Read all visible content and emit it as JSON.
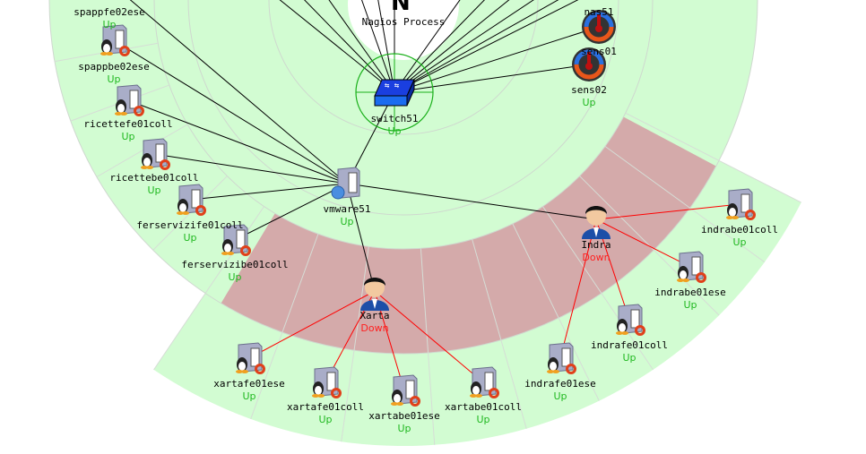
{
  "colors": {
    "ring_up": "#d2fcd2",
    "ring_down": "#d4aaaa",
    "status_up": "#1fb81f",
    "status_down": "#ff2020",
    "link_up": "#000000",
    "link_down": "#ff0000"
  },
  "root": {
    "label": "Nagios Process",
    "icon": "nagios-logo-icon"
  },
  "nodes": [
    {
      "id": "spappfe02ese",
      "label": "spappfe02ese",
      "status": "Up",
      "icon": "linux-server-icon"
    },
    {
      "id": "spappbe02ese",
      "label": "spappbe02ese",
      "status": "Up",
      "icon": "linux-server-icon"
    },
    {
      "id": "ricettefe01coll",
      "label": "ricettefe01coll",
      "status": "Up",
      "icon": "linux-server-icon"
    },
    {
      "id": "ricettebe01coll",
      "label": "ricettebe01coll",
      "status": "Up",
      "icon": "linux-server-icon"
    },
    {
      "id": "ferservizife01coll",
      "label": "ferservizife01coll",
      "status": "Up",
      "icon": "linux-server-icon"
    },
    {
      "id": "ferservizibe01coll",
      "label": "ferservizibe01coll",
      "status": "Up",
      "icon": "linux-server-icon"
    },
    {
      "id": "vmware51",
      "label": "vmware51",
      "status": "Up",
      "icon": "vmware-server-icon"
    },
    {
      "id": "switch51",
      "label": "switch51",
      "status": "Up",
      "icon": "switch-icon"
    },
    {
      "id": "nas51",
      "label": "nas51",
      "status": "",
      "icon": "nas-icon"
    },
    {
      "id": "sens01",
      "label": "sens01",
      "status": "",
      "icon": "sensor-gauge-icon"
    },
    {
      "id": "sens02",
      "label": "sens02",
      "status": "Up",
      "icon": "sensor-gauge-icon"
    },
    {
      "id": "Xarta",
      "label": "Xarta",
      "status": "Down",
      "icon": "person-icon"
    },
    {
      "id": "Indra",
      "label": "Indra",
      "status": "Down",
      "icon": "person-icon"
    },
    {
      "id": "indrabe01coll",
      "label": "indrabe01coll",
      "status": "Up",
      "icon": "linux-server-icon"
    },
    {
      "id": "indrabe01ese",
      "label": "indrabe01ese",
      "status": "Up",
      "icon": "linux-server-icon"
    },
    {
      "id": "indrafe01coll",
      "label": "indrafe01coll",
      "status": "Up",
      "icon": "linux-server-icon"
    },
    {
      "id": "indrafe01ese",
      "label": "indrafe01ese",
      "status": "Up",
      "icon": "linux-server-icon"
    },
    {
      "id": "xartafe01ese",
      "label": "xartafe01ese",
      "status": "Up",
      "icon": "linux-server-icon"
    },
    {
      "id": "xartafe01coll",
      "label": "xartafe01coll",
      "status": "Up",
      "icon": "linux-server-icon"
    },
    {
      "id": "xartabe01ese",
      "label": "xartabe01ese",
      "status": "Up",
      "icon": "linux-server-icon"
    },
    {
      "id": "xartabe01coll",
      "label": "xartabe01coll",
      "status": "Up",
      "icon": "linux-server-icon"
    }
  ]
}
